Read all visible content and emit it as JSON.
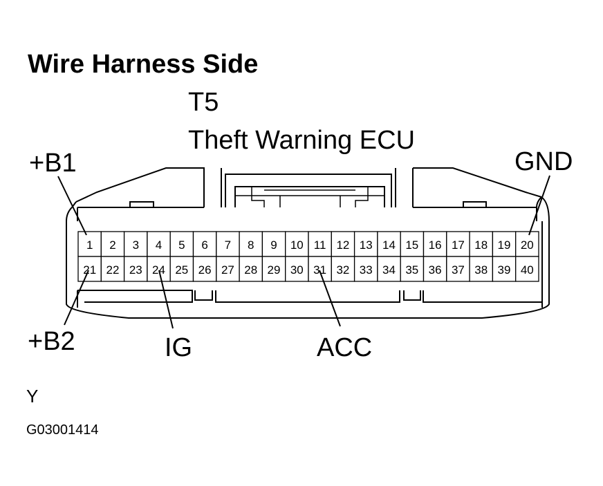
{
  "title": "Wire Harness Side",
  "connector": {
    "code": "T5",
    "name": "Theft Warning ECU"
  },
  "pins": {
    "top_row": [
      "1",
      "2",
      "3",
      "4",
      "5",
      "6",
      "7",
      "8",
      "9",
      "10",
      "11",
      "12",
      "13",
      "14",
      "15",
      "16",
      "17",
      "18",
      "19",
      "20"
    ],
    "bottom_row": [
      "21",
      "22",
      "23",
      "24",
      "25",
      "26",
      "27",
      "28",
      "29",
      "30",
      "31",
      "32",
      "33",
      "34",
      "35",
      "36",
      "37",
      "38",
      "39",
      "40"
    ]
  },
  "callouts": {
    "b1": "+B1",
    "gnd": "GND",
    "b2": "+B2",
    "ig": "IG",
    "acc": "ACC"
  },
  "color_code": "Y",
  "figure_id": "G03001414"
}
